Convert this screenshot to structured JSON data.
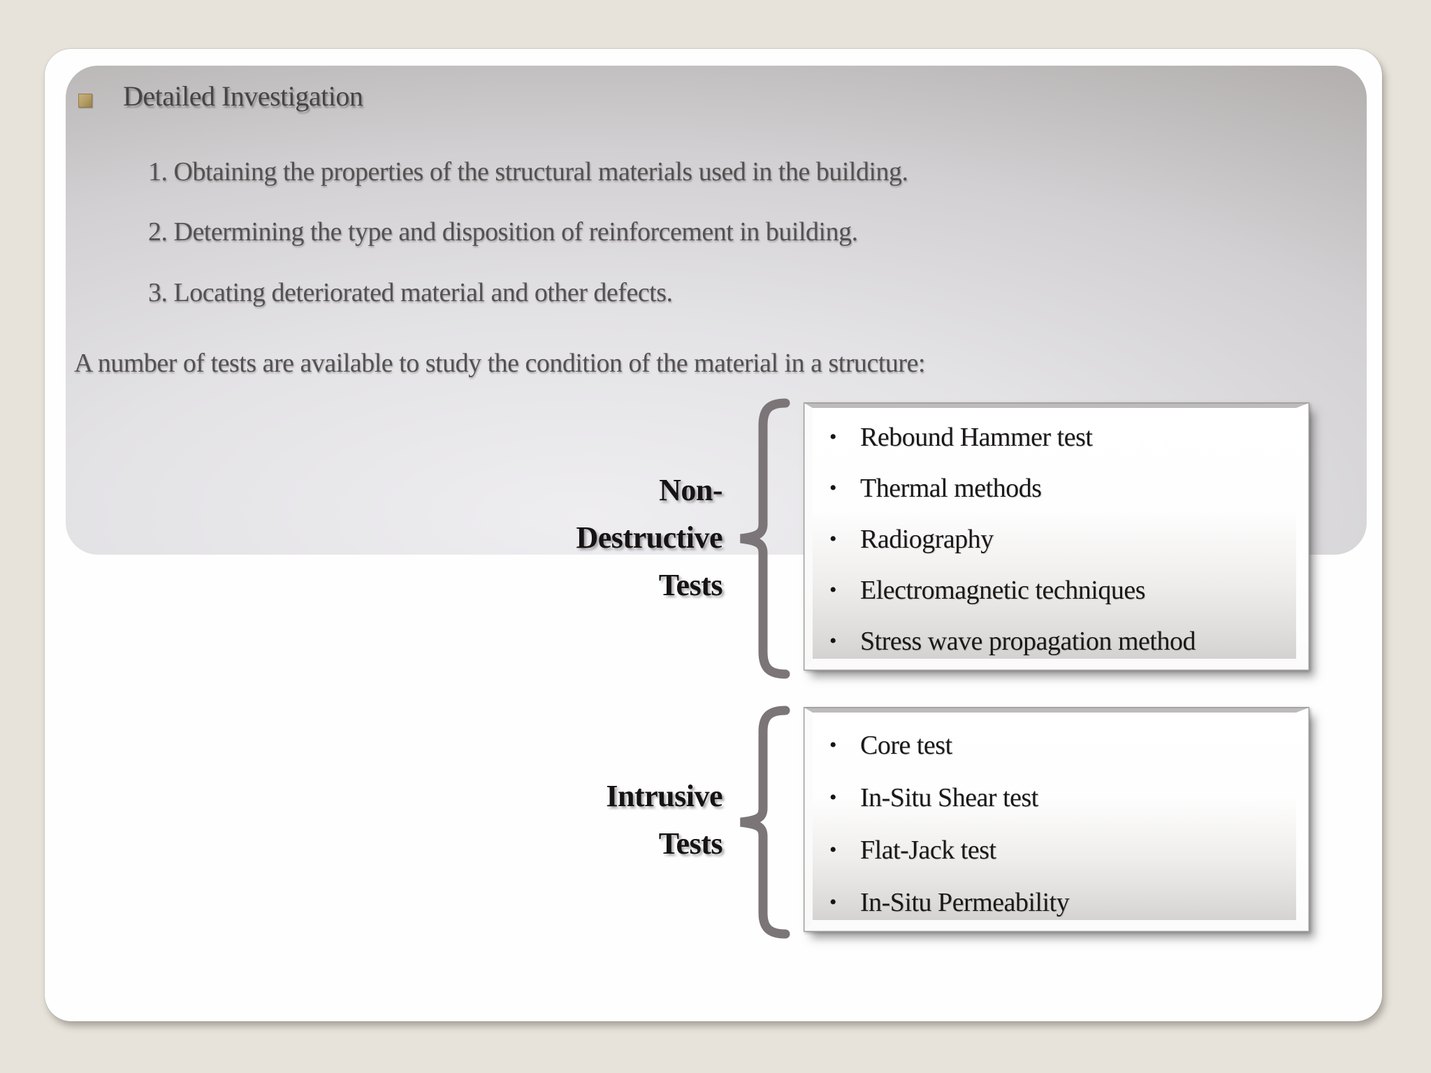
{
  "slide": {
    "bullet_char": "•",
    "title": "Detailed Investigation",
    "numbered_items": [
      "1. Obtaining the properties of the structural materials used in the building.",
      "2. Determining the type and disposition of reinforcement in building.",
      "3. Locating deteriorated material and other defects."
    ],
    "intro": "A number of tests are available to study the condition of the material in a structure:",
    "groups": [
      {
        "label_lines": [
          "Non-",
          "Destructive",
          "Tests"
        ],
        "items": [
          "Rebound Hammer test",
          "Thermal methods",
          "Radiography",
          "Electromagnetic techniques",
          "Stress wave propagation method"
        ]
      },
      {
        "label_lines": [
          "Intrusive",
          "Tests"
        ],
        "items": [
          "Core test",
          "In-Situ Shear test",
          "Flat-Jack test",
          "In-Situ Permeability"
        ]
      }
    ]
  },
  "colors": {
    "page_background": "#e7e3da",
    "card_background": "#fefefe",
    "panel_edge_gray": "#a09c9b",
    "panel_center_light": "#eeedf0",
    "brace_gray": "#7b7577",
    "square_bullet_gold": "#b49b63",
    "title_text": "#474445",
    "body_text": "#545152",
    "box_text": "#1a1818",
    "box_gradient_bottom": "#cfcdcc"
  }
}
